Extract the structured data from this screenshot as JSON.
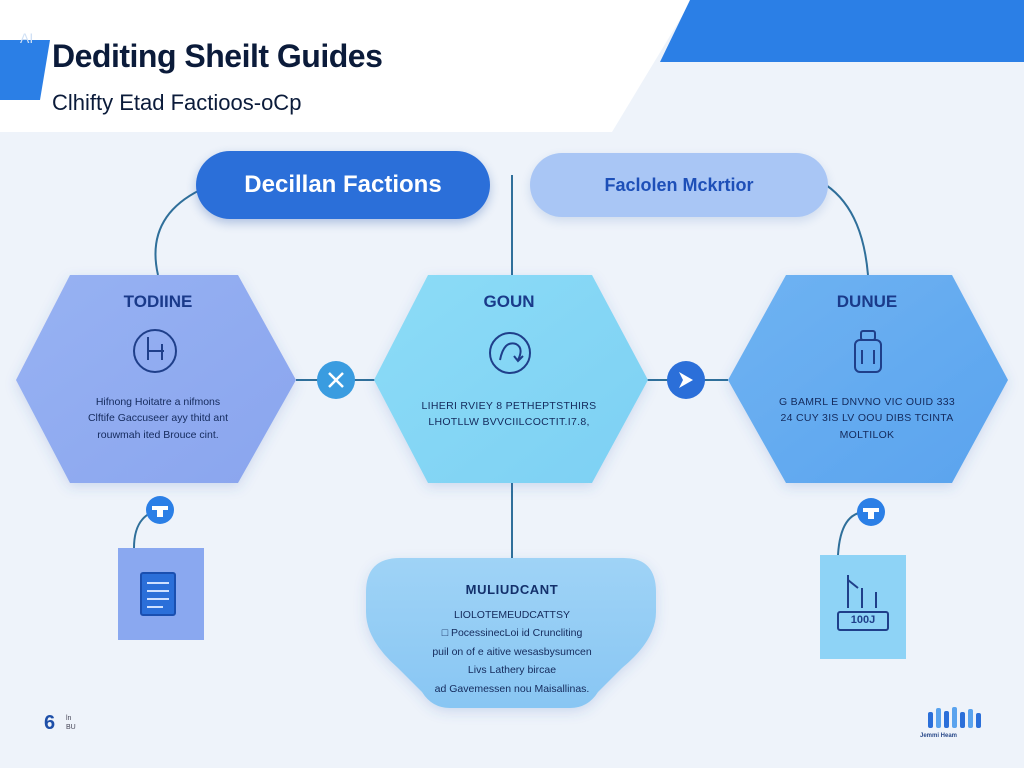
{
  "header": {
    "title": "Dediting Sheilt Guides",
    "subtitle": "Clhifty Etad Factioos-oCp"
  },
  "top_pills": {
    "left": "Decillan Factions",
    "right": "Faclolen Mckrtior"
  },
  "hexagons": [
    {
      "heading": "TODIINE",
      "icon": "clock-icon",
      "lines": [
        "Hifnong Hoitatre a nifmons",
        "Clftife Gaccuseer ayy thitd ant",
        "rouwmah ited Brouce cint."
      ]
    },
    {
      "heading": "GOUN",
      "icon": "refresh-icon",
      "lines": [
        "LIHERI RVIEY 8 PETHEPTSTHIRS",
        "LHOTLLW BVVCIILCOCTIT.I7.8,"
      ]
    },
    {
      "heading": "DUNUE",
      "icon": "bottle-icon",
      "lines": [
        "G BAMRL E DNVNO VIC OUID 333",
        "24 CUY 3IS LV OOU DIBS TCINTA",
        "MOLTILOK"
      ]
    }
  ],
  "connectors": {
    "left_icon": "close-icon",
    "right_icon": "arrow-icon",
    "left_tab_icon": "tag-icon",
    "right_tab_icon": "tag-icon"
  },
  "bottom_node": {
    "heading": "MULIUDCANT",
    "lines": [
      "LIOLOTEMEUDCATTSY",
      "PocessinecLoi id Cruncliting",
      "puil on of e aitive wesasbysumcen",
      "Livs Lathery bircae",
      "ad Gavemessen nou Maisallinas."
    ]
  },
  "cards": {
    "left_icon": "document-icon",
    "right_icon": "chart-icon",
    "right_label": "100J"
  },
  "footer": {
    "page_number": "6",
    "page_small": [
      "ln",
      "BU"
    ],
    "logo_icon": "figures-logo-icon",
    "logo_text": "Jemmi Heam"
  },
  "colors": {
    "accent_dark": "#2b6fd9",
    "accent_light": "#a9c6f5",
    "hex_left": "#8eaaf0",
    "hex_mid": "#86d6f5",
    "hex_right": "#63aaf0",
    "connector_line": "#2f6f9a",
    "title_text": "#0b1b3a"
  }
}
